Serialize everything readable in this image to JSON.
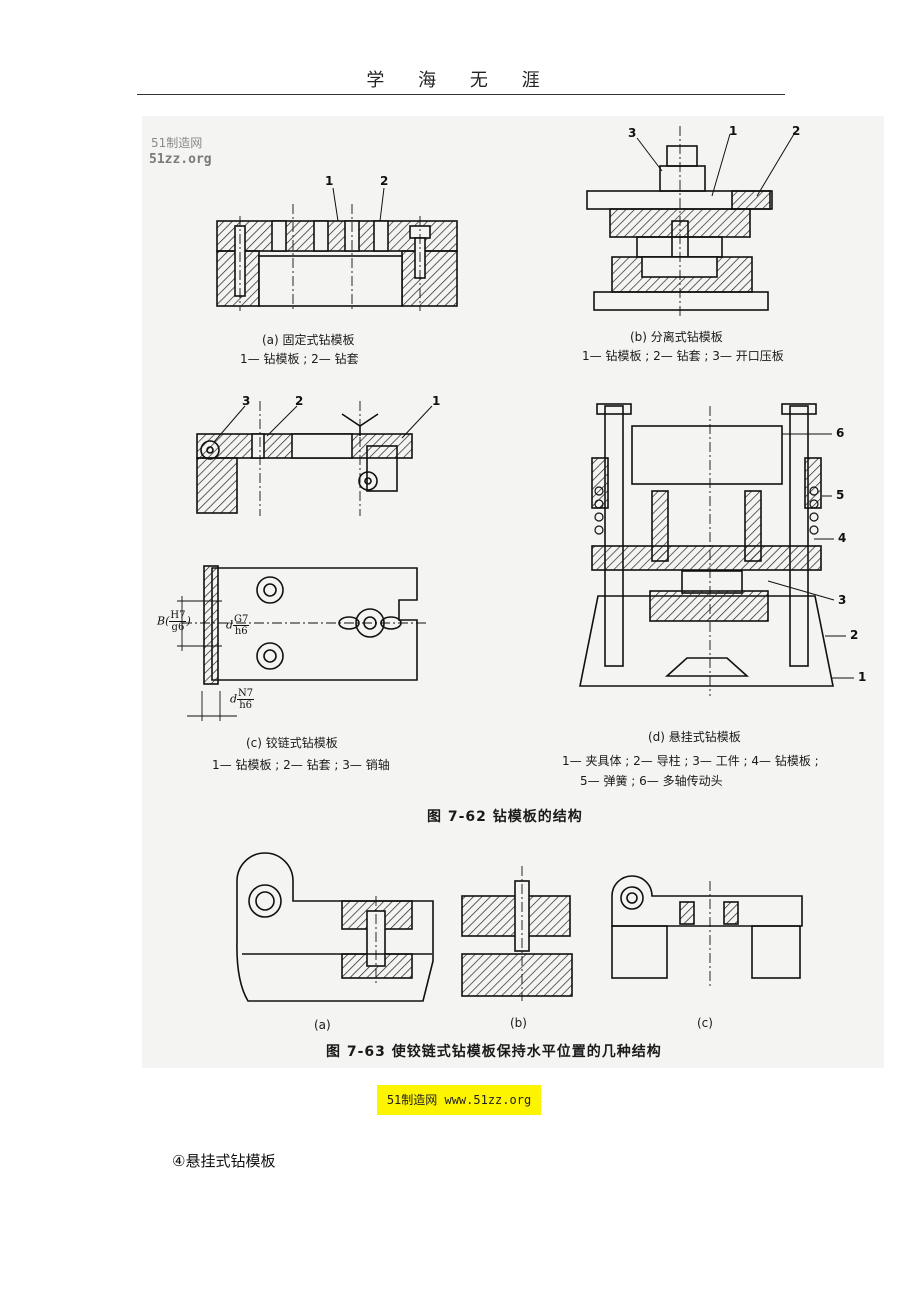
{
  "header": {
    "title": "学 海 无 涯"
  },
  "scan": {
    "watermark_line1": "51制造网",
    "watermark_line2": "51zz.org",
    "fig62": {
      "a": {
        "caption": "(a)  固定式钻模板",
        "legend": "1— 钻模板 ; 2— 钻套",
        "labels": [
          "1",
          "2"
        ]
      },
      "b": {
        "caption": "(b)  分离式钻模板",
        "legend": "1— 钻模板 ; 2— 钻套 ; 3— 开口压板",
        "labels": [
          "3",
          "1",
          "2"
        ]
      },
      "c": {
        "caption": "(c)  铰链式钻模板",
        "legend": "1— 钻模板 ; 2— 钻套 ; 3— 销轴",
        "labels": [
          "3",
          "2",
          "1"
        ],
        "dim_b": "B",
        "dim_b_top": "H7",
        "dim_b_bot": "g6",
        "dim_d1": "d",
        "dim_d1_top": "G7",
        "dim_d1_bot": "h6",
        "dim_d2": "d",
        "dim_d2_top": "N7",
        "dim_d2_bot": "h6"
      },
      "d": {
        "caption": "(d)  悬挂式钻模板",
        "legend_line1": "1— 夹具体 ; 2— 导柱 ; 3— 工件 ; 4— 钻模板 ;",
        "legend_line2": "5— 弹簧 ; 6— 多轴传动头",
        "labels": [
          "6",
          "5",
          "4",
          "3",
          "2",
          "1"
        ]
      },
      "title": "图 7-62   钻模板的结构"
    },
    "fig63": {
      "sub_a": "(a)",
      "sub_b": "(b)",
      "sub_c": "(c)",
      "title": "图 7-63   使铰链式钻模板保持水平位置的几种结构"
    }
  },
  "stamp": {
    "text": "51制造网 www.51zz.org",
    "color": "#fdf400"
  },
  "body": {
    "line": "④悬挂式钻模板"
  }
}
